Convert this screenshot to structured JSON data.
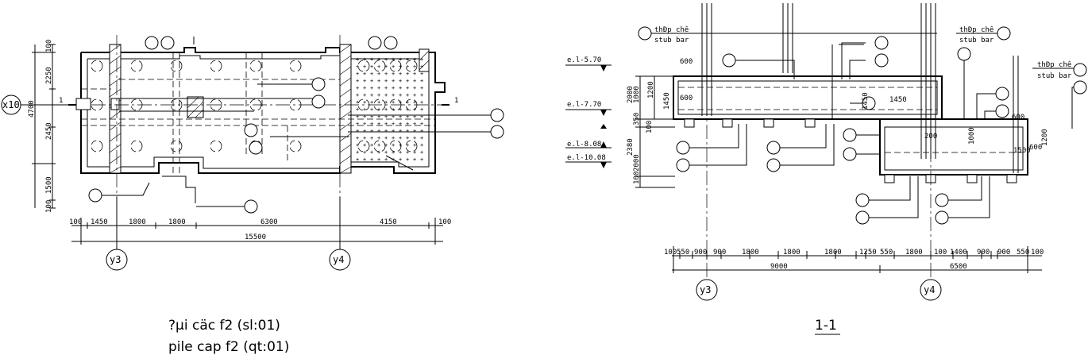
{
  "plan": {
    "grid_row_label": "x10",
    "grid_col_labels": [
      "y3",
      "y4"
    ],
    "section_marker": "1",
    "dims_bottom": [
      "100",
      "1450",
      "1800",
      "1800",
      "6300",
      "4150",
      "100"
    ],
    "dim_total": "15500",
    "dims_left": [
      "100",
      "2250",
      "2450",
      "1500",
      "100"
    ],
    "dim_left_total": "4700",
    "title_line1": "?µi cäc f2 (sl:01)",
    "title_line2": "pile cap f2 (qt:01)"
  },
  "section": {
    "title": "1-1",
    "levels": [
      "e.l-5.70",
      "e.l-7.70",
      "e.l-8.08",
      "e.l-10.08"
    ],
    "stub_bar_vn": "thÐp chê",
    "stub_bar_en": "stub bar",
    "grid_col_labels": [
      "y3",
      "y4"
    ],
    "dims_bottom": [
      "100",
      "550",
      "900",
      "900",
      "1800",
      "1800",
      "1800",
      "1250",
      "550",
      "1800",
      "100",
      "1400",
      "900",
      "900",
      "550",
      "100"
    ],
    "dim_total_left": "9000",
    "dim_total_right": "6500",
    "dims_left": [
      "100",
      "2000",
      "350",
      "1000",
      "2380",
      "2000",
      "100"
    ],
    "dims_inner": [
      "1200",
      "1450",
      "600",
      "1450",
      "1450",
      "1000",
      "1200",
      "600",
      "200",
      "1500",
      "600"
    ]
  }
}
